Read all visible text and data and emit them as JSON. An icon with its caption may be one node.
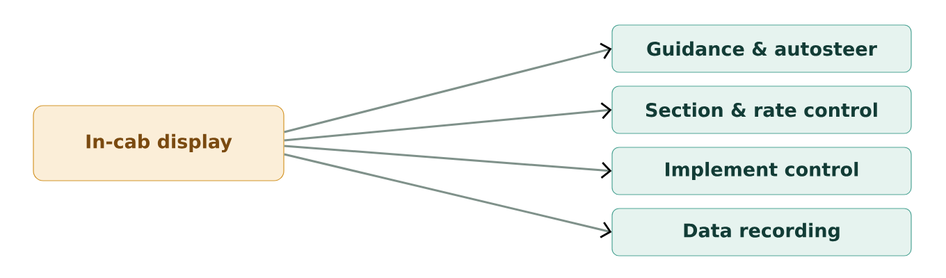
{
  "diagram": {
    "nodes": [
      {
        "text": [
          "In-cab display"
        ]
      },
      {
        "text": [
          "Guidance & autosteer"
        ]
      },
      {
        "text": [
          "Section & rate control"
        ]
      },
      {
        "text": [
          "Implement control"
        ]
      },
      {
        "text": [
          "Data recording"
        ]
      }
    ],
    "edges": [
      {
        "from": 0,
        "to": 1,
        "arrow": "to"
      },
      {
        "from": 0,
        "to": 2,
        "arrow": "to"
      },
      {
        "from": 0,
        "to": 3,
        "arrow": "to"
      },
      {
        "from": 0,
        "to": 4,
        "arrow": "to"
      }
    ]
  }
}
